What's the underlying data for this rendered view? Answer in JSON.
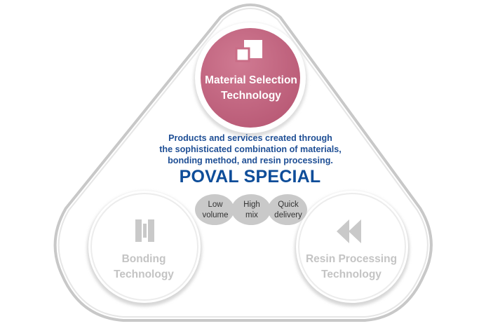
{
  "description": {
    "line1": "Products and services created through",
    "line2": "the sophisticated combination of materials,",
    "line3": "bonding method, and resin processing."
  },
  "brand": "POVAL SPECIAL",
  "features": [
    {
      "line1": "Low",
      "line2": "volume"
    },
    {
      "line1": "High",
      "line2": "mix"
    },
    {
      "line1": "Quick",
      "line2": "delivery"
    }
  ],
  "technologies": {
    "material": {
      "line1": "Material Selection",
      "line2": "Technology",
      "icon": "overlapping-squares-icon",
      "color": "#c96c86"
    },
    "bonding": {
      "line1": "Bonding",
      "line2": "Technology",
      "icon": "bars-icon",
      "color": "#c4c4c4"
    },
    "resin": {
      "line1": "Resin Processing",
      "line2": "Technology",
      "icon": "double-chevron-left-icon",
      "color": "#c4c4c4"
    }
  },
  "colors": {
    "accent_pink": "#c96c86",
    "text_blue": "#1f4f95",
    "brand_blue": "#0e4d99",
    "inactive_gray": "#c4c4c4",
    "pill_gray": "#c9c9c9"
  }
}
